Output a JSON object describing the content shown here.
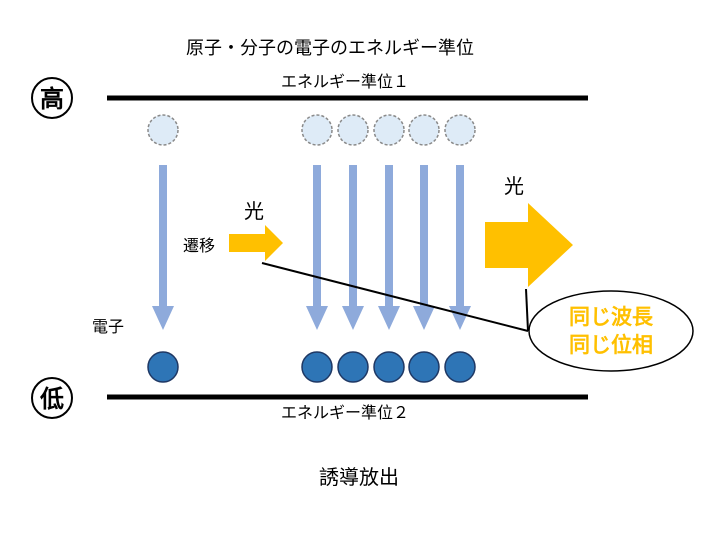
{
  "title": "原子・分子の電子のエネルギー準位",
  "levels": {
    "upper": "エネルギー準位１",
    "lower": "エネルギー準位２"
  },
  "markers": {
    "high": "高",
    "low": "低"
  },
  "labels": {
    "transition": "遷移",
    "electron": "電子",
    "light_small": "光",
    "light_large": "光"
  },
  "callout": {
    "line1": "同じ波長",
    "line2": "同じ位相"
  },
  "caption": "誘導放出",
  "colors": {
    "arrow": "#8eaadb",
    "electron_fill": "#2e75b6",
    "empty_state_fill": "#deebf7",
    "light": "#ffc000",
    "callout_text": "#ffc000",
    "level_line": "#000000"
  }
}
